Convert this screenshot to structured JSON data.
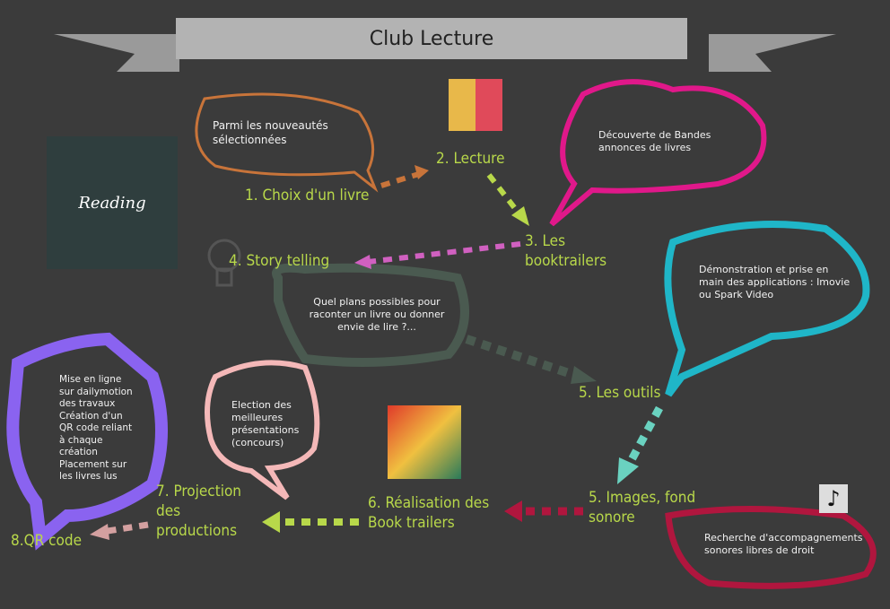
{
  "title": "Club Lecture",
  "reading_image_label": "Reading",
  "steps": {
    "s1": "1. Choix d'un livre",
    "s2": "2. Lecture",
    "s3": "3. Les booktrailers",
    "s4": "4. Story telling",
    "s5a": "5. Les outils",
    "s5b": "5. Images, fond sonore",
    "s6": "6. Réalisation des Book trailers",
    "s7": "7. Projection des productions",
    "s8": "8.QR code"
  },
  "notes": {
    "n1": "Parmi les nouveautés sélectionnées",
    "n2": "Découverte de Bandes annonces de livres",
    "n3": "Quel plans possibles pour raconter un livre ou donner envie de lire ?...",
    "n4": "Démonstration et prise en main des applications : Imovie ou Spark Video",
    "n5": "Recherche d'accompagnements sonores libres de droit",
    "n6": "Election des meilleures présentations (concours)",
    "n7": "Mise en ligne sur dailymotion des travaux Création d'un QR code reliant à chaque création Placement sur les livres lus"
  },
  "colors": {
    "bg": "#3b3b3b",
    "step": "#b8d84a",
    "orange": "#c8743a",
    "magenta": "#e0188a",
    "cyan": "#1fb6c8",
    "crimson": "#b0163e",
    "purple": "#8a63f0",
    "pink": "#f4b8b8",
    "teal": "#4a5a50"
  }
}
